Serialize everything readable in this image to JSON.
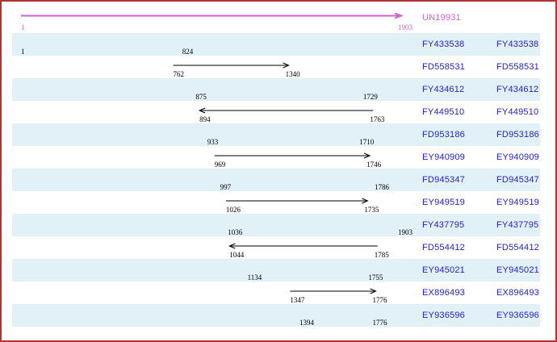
{
  "palette": {
    "frame_border": "#b23234",
    "row_band": "#e2f0f7",
    "accession_text": "#2323cc",
    "reference_color": "#cc66cc",
    "alignment_arrow": "#000000",
    "background": "#ffffff"
  },
  "header": {
    "reference_id": "UN19931",
    "start": "1",
    "end": "1903"
  },
  "chart_data": {
    "type": "bar",
    "subtype": "horizontal-interval-alignment-track",
    "title": "",
    "x_range": [
      1,
      1903
    ],
    "grid": false,
    "legend": false,
    "reference": {
      "id": "UN19931",
      "start": 1,
      "end": 1903,
      "strand": "+"
    },
    "rows": [
      {
        "id": "FY433538",
        "start": 1,
        "end": 824,
        "strand": "+"
      },
      {
        "id": "FD558531",
        "start": 762,
        "end": 1340,
        "strand": "+"
      },
      {
        "id": "FY434612",
        "start": 875,
        "end": 1729,
        "strand": "-"
      },
      {
        "id": "FY449510",
        "start": 894,
        "end": 1763,
        "strand": "-"
      },
      {
        "id": "FD953186",
        "start": 933,
        "end": 1710,
        "strand": "-"
      },
      {
        "id": "EY940909",
        "start": 969,
        "end": 1746,
        "strand": "+"
      },
      {
        "id": "FD945347",
        "start": 997,
        "end": 1786,
        "strand": "-"
      },
      {
        "id": "EY949519",
        "start": 1026,
        "end": 1735,
        "strand": "+"
      },
      {
        "id": "FY437795",
        "start": 1036,
        "end": 1903,
        "strand": "-"
      },
      {
        "id": "FD554412",
        "start": 1044,
        "end": 1785,
        "strand": "-"
      },
      {
        "id": "EY945021",
        "start": 1134,
        "end": 1755,
        "strand": "-"
      },
      {
        "id": "EX896493",
        "start": 1347,
        "end": 1776,
        "strand": "+"
      },
      {
        "id": "EY936596",
        "start": 1394,
        "end": 1776,
        "strand": "-"
      }
    ]
  }
}
